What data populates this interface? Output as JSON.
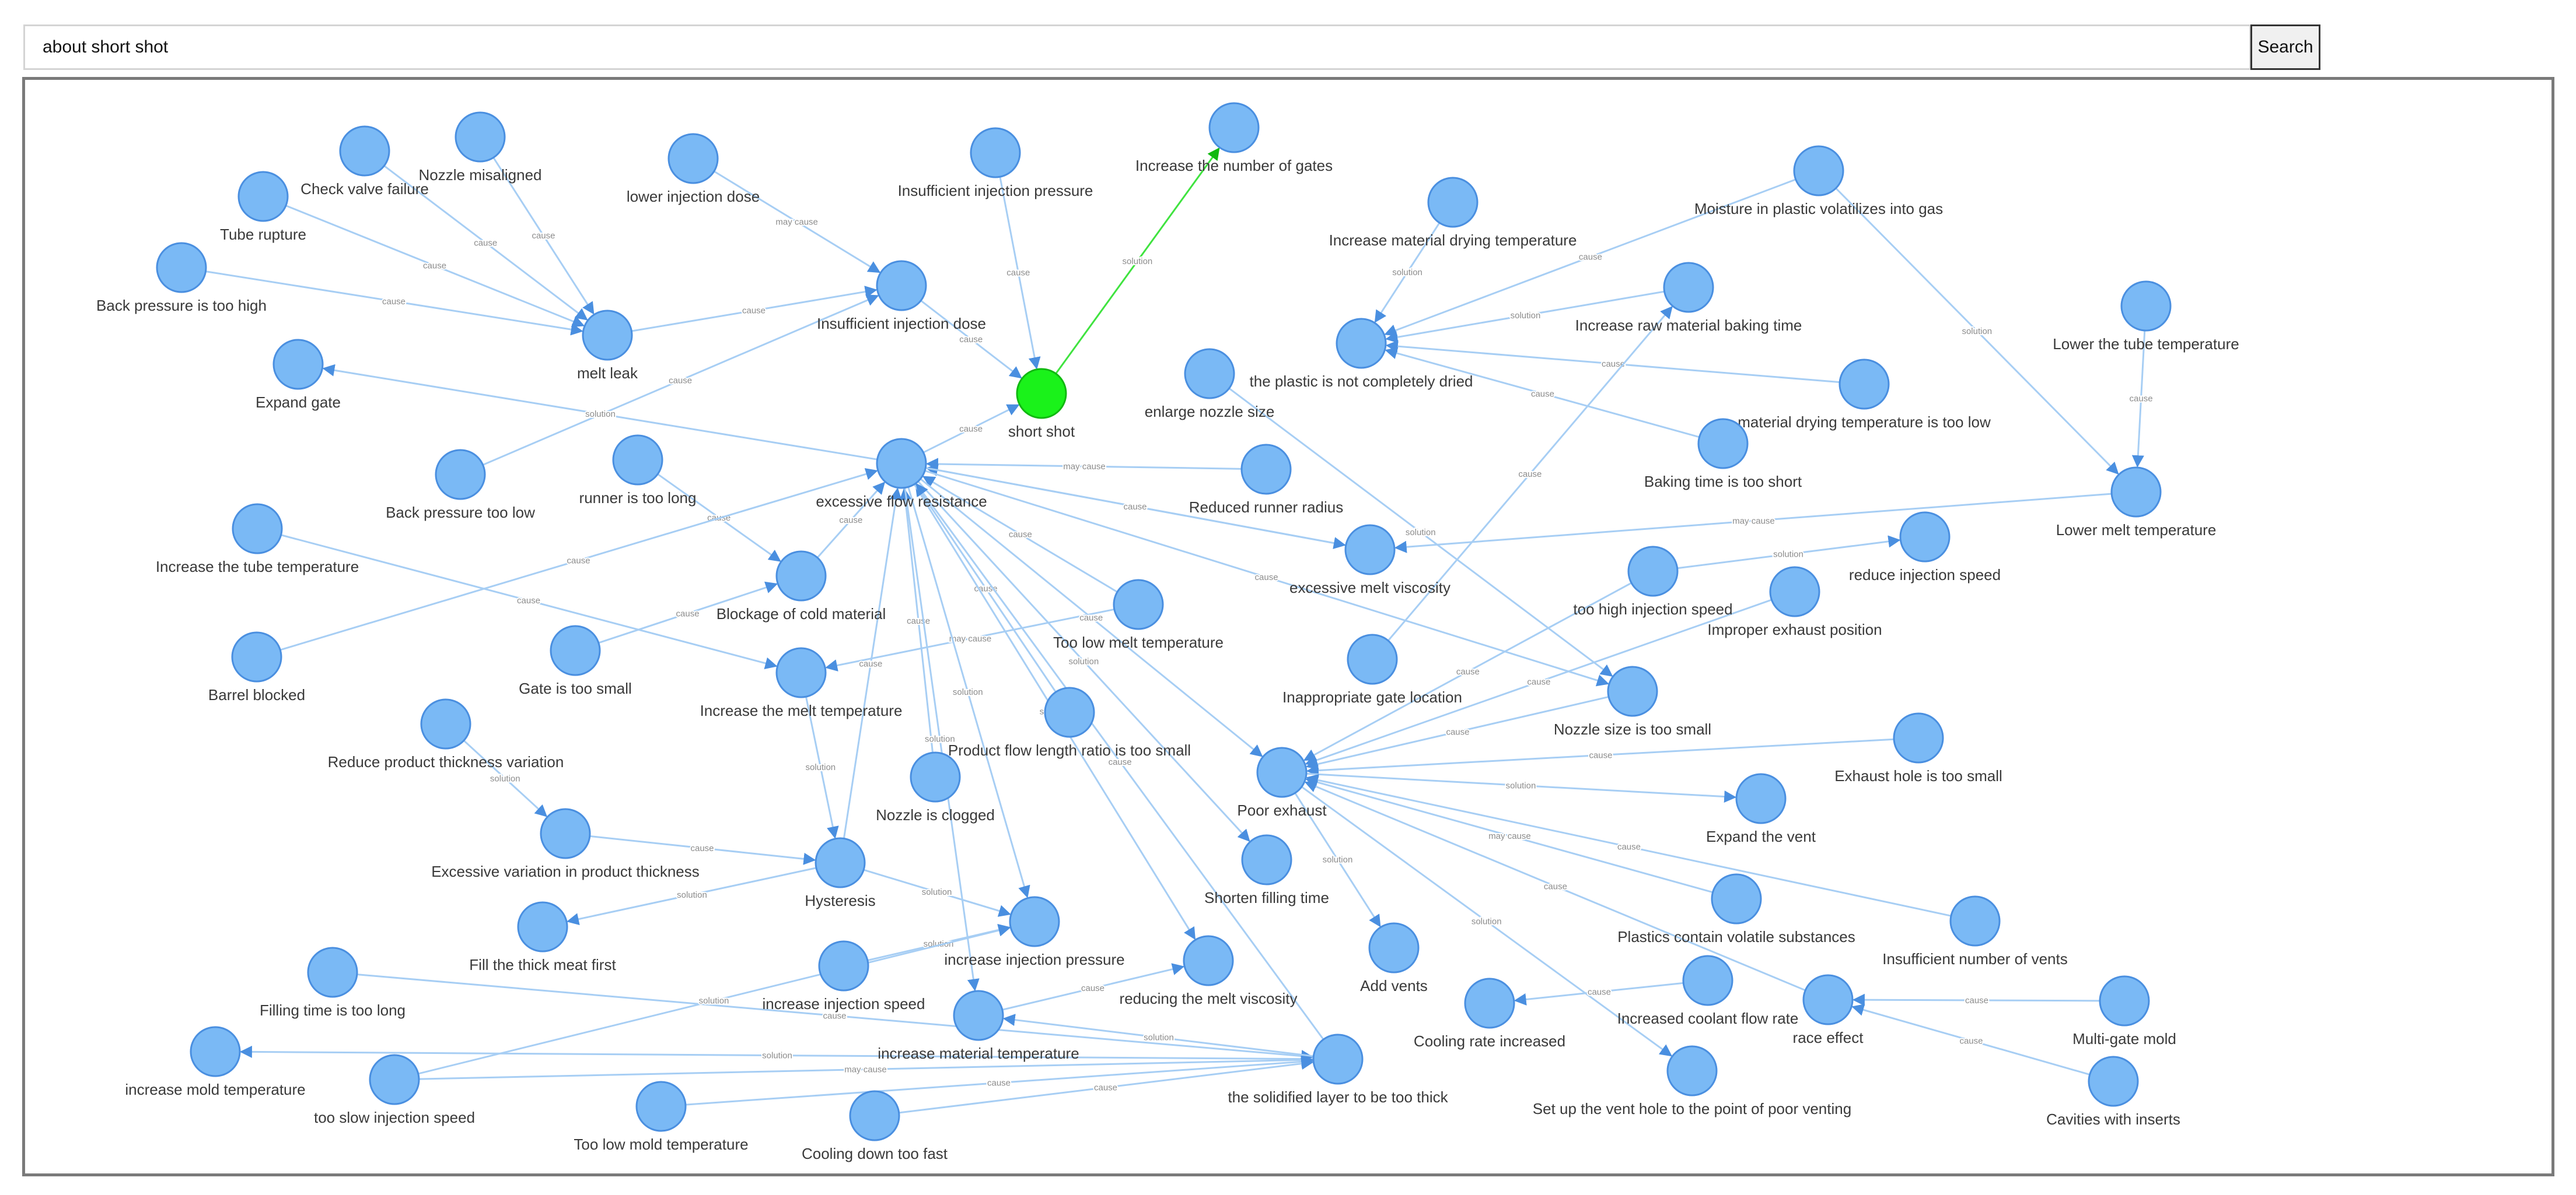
{
  "search": {
    "value": "about short shot",
    "button_label": "Search"
  },
  "graph": {
    "colors": {
      "node": "#7ab9f5",
      "node_stroke": "#4a8fe0",
      "focus_node": "#1af21a",
      "focus_stroke": "#11b911",
      "edge": "#a7cef4",
      "solution_edge_to_focus": "#3fe33f",
      "label": "#3a3a3a",
      "edge_label": "#8c8c8c"
    },
    "focus_node": "short_shot",
    "nodes": [
      {
        "id": "increase_gates",
        "label": "Increase the number of gates"
      },
      {
        "id": "nozzle_misaligned",
        "label": "Nozzle misaligned"
      },
      {
        "id": "check_valve",
        "label": "Check valve failure"
      },
      {
        "id": "lower_dose",
        "label": "lower injection dose"
      },
      {
        "id": "insuff_pressure",
        "label": "Insufficient injection pressure"
      },
      {
        "id": "tube_rupture",
        "label": "Tube rupture"
      },
      {
        "id": "back_pressure_high",
        "label": "Back pressure is too high"
      },
      {
        "id": "melt_leak",
        "label": "melt leak"
      },
      {
        "id": "insuff_dose",
        "label": "Insufficient injection dose"
      },
      {
        "id": "expand_gate",
        "label": "Expand gate"
      },
      {
        "id": "short_shot",
        "label": "short shot"
      },
      {
        "id": "back_pressure_low",
        "label": "Back pressure too low"
      },
      {
        "id": "runner_long",
        "label": "runner is too long"
      },
      {
        "id": "excess_flow",
        "label": "excessive flow resistance"
      },
      {
        "id": "reduced_runner",
        "label": "Reduced runner radius"
      },
      {
        "id": "inc_tube_temp",
        "label": "Increase the tube temperature"
      },
      {
        "id": "blockage",
        "label": "Blockage of cold material"
      },
      {
        "id": "barrel_blocked",
        "label": "Barrel blocked"
      },
      {
        "id": "gate_small",
        "label": "Gate is too small"
      },
      {
        "id": "inc_melt_temp",
        "label": "Increase the melt temperature"
      },
      {
        "id": "low_melt_temp",
        "label": "Too low melt temperature"
      },
      {
        "id": "reduce_thickness_var",
        "label": "Reduce product thickness variation"
      },
      {
        "id": "flow_ratio",
        "label": "Product flow length ratio is too small"
      },
      {
        "id": "nozzle_clogged",
        "label": "Nozzle is clogged"
      },
      {
        "id": "excess_thickness_var",
        "label": "Excessive variation in product thickness"
      },
      {
        "id": "hysteresis",
        "label": "Hysteresis"
      },
      {
        "id": "fill_thick",
        "label": "Fill the thick meat first"
      },
      {
        "id": "inc_inj_pressure",
        "label": "increase injection pressure"
      },
      {
        "id": "filling_long",
        "label": "Filling time is too long"
      },
      {
        "id": "inc_inj_speed",
        "label": "increase injection speed"
      },
      {
        "id": "reducing_visc",
        "label": "reducing the melt viscosity"
      },
      {
        "id": "inc_mat_temp",
        "label": "increase material temperature"
      },
      {
        "id": "inc_mold_temp",
        "label": "increase mold temperature"
      },
      {
        "id": "slow_inj_speed",
        "label": "too slow injection speed"
      },
      {
        "id": "low_mold_temp",
        "label": "Too low mold temperature"
      },
      {
        "id": "cooling_fast",
        "label": "Cooling down too fast"
      },
      {
        "id": "solidified",
        "label": "the solidified layer to be too thick"
      },
      {
        "id": "shorten_fill",
        "label": "Shorten filling time"
      },
      {
        "id": "add_vents",
        "label": "Add vents"
      },
      {
        "id": "poor_exhaust",
        "label": "Poor exhaust"
      },
      {
        "id": "inc_dry_temp",
        "label": "Increase material drying temperature"
      },
      {
        "id": "moisture",
        "label": "Moisture in plastic volatilizes into gas"
      },
      {
        "id": "inc_baking",
        "label": "Increase raw material baking time"
      },
      {
        "id": "not_dried",
        "label": "the plastic is not completely dried"
      },
      {
        "id": "enlarge_nozzle",
        "label": "enlarge nozzle size"
      },
      {
        "id": "lower_tube_temp",
        "label": "Lower the tube temperature"
      },
      {
        "id": "dry_temp_low",
        "label": "material drying temperature is too low"
      },
      {
        "id": "baking_short",
        "label": "Baking time is too short"
      },
      {
        "id": "lower_melt_temp",
        "label": "Lower melt temperature"
      },
      {
        "id": "excess_visc",
        "label": "excessive melt viscosity"
      },
      {
        "id": "reduce_inj_speed",
        "label": "reduce injection speed"
      },
      {
        "id": "high_inj_speed",
        "label": "too high injection speed"
      },
      {
        "id": "improper_exhaust",
        "label": "Improper exhaust position"
      },
      {
        "id": "inapp_gate",
        "label": "Inappropriate gate location"
      },
      {
        "id": "nozzle_small",
        "label": "Nozzle size is  too small"
      },
      {
        "id": "exhaust_small",
        "label": "Exhaust hole is too small"
      },
      {
        "id": "expand_vent",
        "label": "Expand the vent"
      },
      {
        "id": "volatile",
        "label": "Plastics contain volatile substances"
      },
      {
        "id": "insuff_vents",
        "label": "Insufficient number of vents"
      },
      {
        "id": "cooling_inc",
        "label": "Cooling rate increased"
      },
      {
        "id": "coolant_flow",
        "label": "Increased coolant flow rate"
      },
      {
        "id": "race_effect",
        "label": "race effect"
      },
      {
        "id": "multi_gate",
        "label": "Multi-gate mold"
      },
      {
        "id": "vent_hole",
        "label": "Set up the vent hole to the point of poor venting"
      },
      {
        "id": "cavities",
        "label": "Cavities with inserts"
      }
    ],
    "edges": [
      {
        "from": "melt_leak",
        "to": "insuff_dose",
        "label": "cause"
      },
      {
        "from": "nozzle_misaligned",
        "to": "melt_leak",
        "label": "cause"
      },
      {
        "from": "check_valve",
        "to": "melt_leak",
        "label": "cause"
      },
      {
        "from": "tube_rupture",
        "to": "melt_leak",
        "label": "cause"
      },
      {
        "from": "back_pressure_high",
        "to": "melt_leak",
        "label": "cause"
      },
      {
        "from": "lower_dose",
        "to": "insuff_dose",
        "label": "may cause"
      },
      {
        "from": "back_pressure_low",
        "to": "insuff_dose",
        "label": "cause"
      },
      {
        "from": "insuff_dose",
        "to": "short_shot",
        "label": "cause"
      },
      {
        "from": "insuff_pressure",
        "to": "short_shot",
        "label": "cause"
      },
      {
        "from": "short_shot",
        "to": "increase_gates",
        "label": "solution"
      },
      {
        "from": "excess_flow",
        "to": "short_shot",
        "label": "cause"
      },
      {
        "from": "excess_flow",
        "to": "expand_gate",
        "label": "solution"
      },
      {
        "from": "reduced_runner",
        "to": "excess_flow",
        "label": "may cause"
      },
      {
        "from": "runner_long",
        "to": "blockage",
        "label": "cause"
      },
      {
        "from": "blockage",
        "to": "excess_flow",
        "label": "cause"
      },
      {
        "from": "barrel_blocked",
        "to": "excess_flow",
        "label": "cause"
      },
      {
        "from": "gate_small",
        "to": "blockage",
        "label": "cause"
      },
      {
        "from": "inc_tube_temp",
        "to": "inc_melt_temp",
        "label": "cause"
      },
      {
        "from": "low_melt_temp",
        "to": "inc_melt_temp",
        "label": "may cause"
      },
      {
        "from": "low_melt_temp",
        "to": "excess_flow",
        "label": "cause"
      },
      {
        "from": "excess_visc",
        "to": "excess_flow",
        "label": "cause"
      },
      {
        "from": "flow_ratio",
        "to": "excess_flow",
        "label": "cause"
      },
      {
        "from": "nozzle_clogged",
        "to": "excess_flow",
        "label": "cause"
      },
      {
        "from": "excess_flow",
        "to": "inc_inj_pressure",
        "label": "solution"
      },
      {
        "from": "excess_flow",
        "to": "shorten_fill",
        "label": "solution"
      },
      {
        "from": "excess_flow",
        "to": "reducing_visc",
        "label": "solution"
      },
      {
        "from": "excess_flow",
        "to": "inc_mat_temp",
        "label": "solution"
      },
      {
        "from": "hysteresis",
        "to": "excess_flow",
        "label": "cause"
      },
      {
        "from": "solidified",
        "to": "excess_flow",
        "label": "cause"
      },
      {
        "from": "excess_flow",
        "to": "poor_exhaust",
        "label": "cause"
      },
      {
        "from": "excess_flow",
        "to": "excess_visc",
        "label": "cause"
      },
      {
        "from": "excess_flow",
        "to": "nozzle_small",
        "label": "cause"
      },
      {
        "from": "inc_melt_temp",
        "to": "hysteresis",
        "label": "solution"
      },
      {
        "from": "reduce_thickness_var",
        "to": "excess_thickness_var",
        "label": "solution"
      },
      {
        "from": "excess_thickness_var",
        "to": "hysteresis",
        "label": "cause"
      },
      {
        "from": "hysteresis",
        "to": "fill_thick",
        "label": "solution"
      },
      {
        "from": "hysteresis",
        "to": "inc_inj_pressure",
        "label": "solution"
      },
      {
        "from": "inc_inj_speed",
        "to": "inc_inj_pressure",
        "label": "solution"
      },
      {
        "from": "inc_mat_temp",
        "to": "reducing_visc",
        "label": "cause"
      },
      {
        "from": "filling_long",
        "to": "solidified",
        "label": "cause"
      },
      {
        "from": "solidified",
        "to": "inc_mold_temp",
        "label": "solution"
      },
      {
        "from": "slow_inj_speed",
        "to": "solidified",
        "label": "may cause"
      },
      {
        "from": "slow_inj_speed",
        "to": "inc_inj_pressure",
        "label": "solution"
      },
      {
        "from": "low_mold_temp",
        "to": "solidified",
        "label": "cause"
      },
      {
        "from": "cooling_fast",
        "to": "solidified",
        "label": "cause"
      },
      {
        "from": "solidified",
        "to": "inc_mat_temp",
        "label": "solution"
      },
      {
        "from": "inc_dry_temp",
        "to": "not_dried",
        "label": "solution"
      },
      {
        "from": "moisture",
        "to": "not_dried",
        "label": "cause"
      },
      {
        "from": "inc_baking",
        "to": "not_dried",
        "label": "solution"
      },
      {
        "from": "dry_temp_low",
        "to": "not_dried",
        "label": "cause"
      },
      {
        "from": "baking_short",
        "to": "not_dried",
        "label": "cause"
      },
      {
        "from": "moisture",
        "to": "lower_melt_temp",
        "label": "solution"
      },
      {
        "from": "lower_tube_temp",
        "to": "lower_melt_temp",
        "label": "cause"
      },
      {
        "from": "lower_melt_temp",
        "to": "excess_visc",
        "label": "may cause"
      },
      {
        "from": "enlarge_nozzle",
        "to": "nozzle_small",
        "label": "solution"
      },
      {
        "from": "high_inj_speed",
        "to": "reduce_inj_speed",
        "label": "solution"
      },
      {
        "from": "improper_exhaust",
        "to": "poor_exhaust",
        "label": "cause"
      },
      {
        "from": "inapp_gate",
        "to": "inc_baking",
        "label": "cause"
      },
      {
        "from": "high_inj_speed",
        "to": "poor_exhaust",
        "label": "cause"
      },
      {
        "from": "nozzle_small",
        "to": "poor_exhaust",
        "label": "cause"
      },
      {
        "from": "exhaust_small",
        "to": "poor_exhaust",
        "label": "cause"
      },
      {
        "from": "poor_exhaust",
        "to": "expand_vent",
        "label": "solution"
      },
      {
        "from": "volatile",
        "to": "poor_exhaust",
        "label": "may cause"
      },
      {
        "from": "insuff_vents",
        "to": "poor_exhaust",
        "label": "cause"
      },
      {
        "from": "race_effect",
        "to": "poor_exhaust",
        "label": "cause"
      },
      {
        "from": "poor_exhaust",
        "to": "add_vents",
        "label": "solution"
      },
      {
        "from": "poor_exhaust",
        "to": "vent_hole",
        "label": "solution"
      },
      {
        "from": "multi_gate",
        "to": "race_effect",
        "label": "cause"
      },
      {
        "from": "cavities",
        "to": "race_effect",
        "label": "cause"
      },
      {
        "from": "coolant_flow",
        "to": "cooling_inc",
        "label": "cause"
      }
    ]
  }
}
